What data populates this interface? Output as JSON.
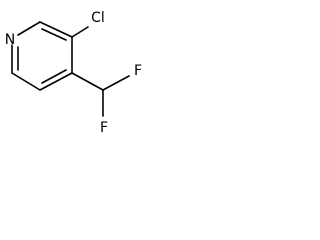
{
  "molecule": {
    "atoms": {
      "nitrogen": "N",
      "chlorine": "Cl",
      "fluorine_upper": "F",
      "fluorine_lower": "F"
    }
  }
}
